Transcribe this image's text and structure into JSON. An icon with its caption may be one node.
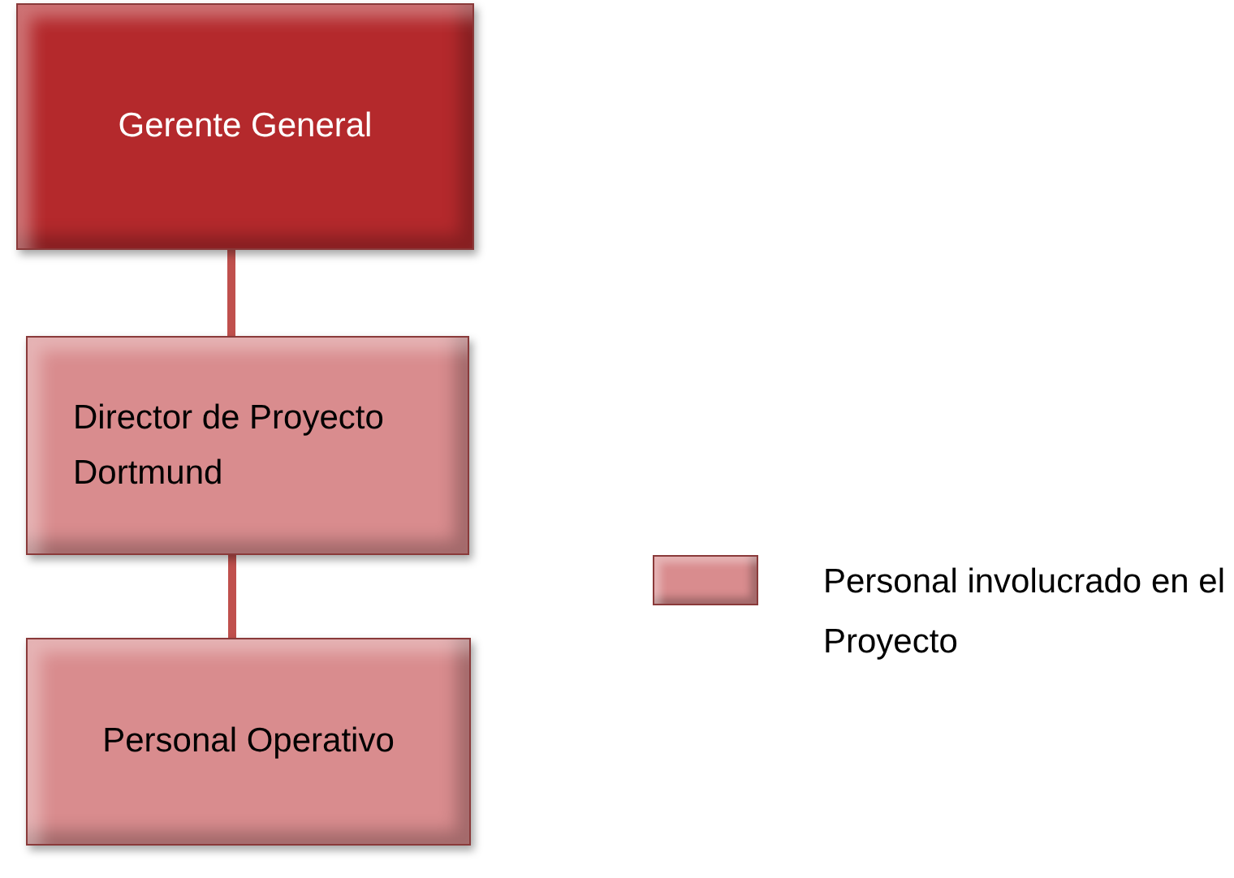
{
  "diagram": {
    "nodes": [
      {
        "text": [
          "Gerente General"
        ]
      },
      {
        "text": [
          "Director de Proyecto Dortmund"
        ]
      },
      {
        "text": [
          "Personal Operativo"
        ]
      }
    ],
    "edges": [
      {
        "from": 0,
        "to": 1,
        "arrow": "none"
      },
      {
        "from": 1,
        "to": 2,
        "arrow": "none"
      }
    ],
    "legend": [
      {
        "text": "Personal involucrado en el Proyecto",
        "color": "#d98c8e"
      }
    ]
  }
}
